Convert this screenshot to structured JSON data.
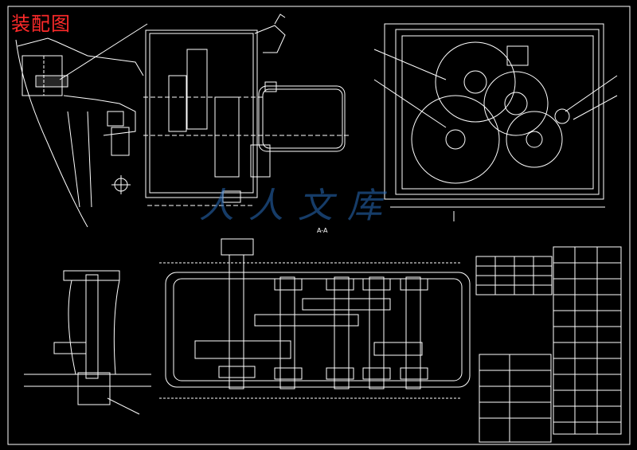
{
  "title": "装配图",
  "watermark": "人人文库",
  "section_label": "A-A",
  "colors": {
    "background": "#000000",
    "lines": "#ffffff",
    "title": "#ff2a2a",
    "watermark": "#286ebe"
  }
}
